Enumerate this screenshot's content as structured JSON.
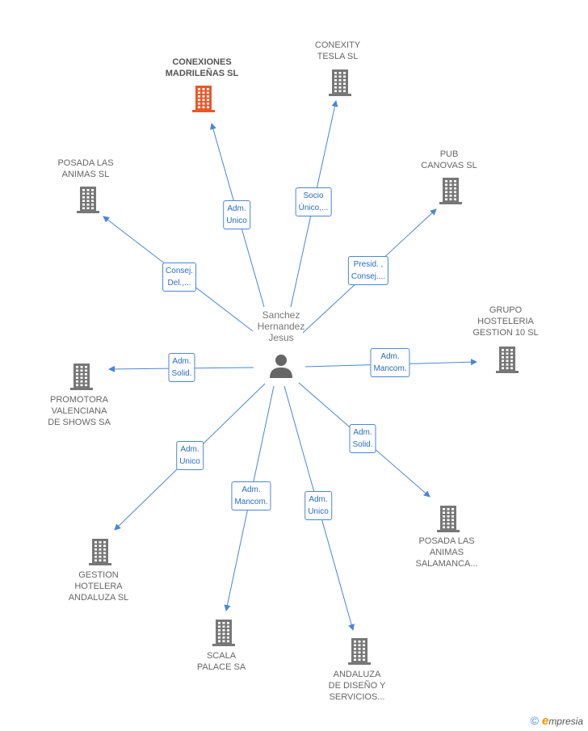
{
  "center": {
    "label": "Sanchez\nHernandez\nJesus",
    "icon": "person-icon"
  },
  "nodes": [
    {
      "id": "conexiones",
      "label": "CONEXIONES\nMADRILEÑAS SL",
      "highlight": true,
      "icon": "building-icon",
      "color": "#e8572b"
    },
    {
      "id": "conexity",
      "label": "CONEXITY\nTESLA SL",
      "highlight": false,
      "icon": "building-icon",
      "color": "#777777"
    },
    {
      "id": "posada_animas",
      "label": "POSADA LAS\nANIMAS SL",
      "highlight": false,
      "icon": "building-icon",
      "color": "#777777"
    },
    {
      "id": "pub_canovas",
      "label": "PUB\nCANOVAS SL",
      "highlight": false,
      "icon": "building-icon",
      "color": "#777777"
    },
    {
      "id": "grupo_hosteleria",
      "label": "GRUPO\nHOSTELERIA\nGESTION 10 SL",
      "highlight": false,
      "icon": "building-icon",
      "color": "#777777"
    },
    {
      "id": "promotora",
      "label": "PROMOTORA\nVALENCIANA\nDE SHOWS SA",
      "highlight": false,
      "icon": "building-icon",
      "color": "#777777"
    },
    {
      "id": "posada_salamanca",
      "label": "POSADA LAS\nANIMAS\nSALAMANCA...",
      "highlight": false,
      "icon": "building-icon",
      "color": "#777777"
    },
    {
      "id": "gestion_hotelera",
      "label": "GESTION\nHOTELERA\nANDALUZA SL",
      "highlight": false,
      "icon": "building-icon",
      "color": "#777777"
    },
    {
      "id": "scala",
      "label": "SCALA\nPALACE SA",
      "highlight": false,
      "icon": "building-icon",
      "color": "#777777"
    },
    {
      "id": "andaluza_diseno",
      "label": "ANDALUZA\nDE DISEÑO Y\nSERVICIOS...",
      "highlight": false,
      "icon": "building-icon",
      "color": "#777777"
    }
  ],
  "edges": [
    {
      "to": "conexiones",
      "label": "Adm.\nUnico"
    },
    {
      "to": "conexity",
      "label": "Socio\nÚnico,..."
    },
    {
      "to": "posada_animas",
      "label": "Consej.\nDel.,..."
    },
    {
      "to": "pub_canovas",
      "label": "Presid. ,\nConsej...."
    },
    {
      "to": "grupo_hosteleria",
      "label": "Adm.\nMancom."
    },
    {
      "to": "promotora",
      "label": "Adm.\nSolid."
    },
    {
      "to": "posada_salamanca",
      "label": "Adm.\nSolid."
    },
    {
      "to": "gestion_hotelera",
      "label": "Adm.\nUnico"
    },
    {
      "to": "scala",
      "label": "Adm.\nMancom."
    },
    {
      "to": "andaluza_diseno",
      "label": "Adm.\nUnico"
    }
  ],
  "colors": {
    "edge": "#4a86d4",
    "building_default": "#777777",
    "building_highlight": "#e8572b",
    "person": "#666666"
  },
  "footer": {
    "copyright_symbol": "©",
    "brand_initial": "e",
    "brand_rest": "mpresia"
  }
}
